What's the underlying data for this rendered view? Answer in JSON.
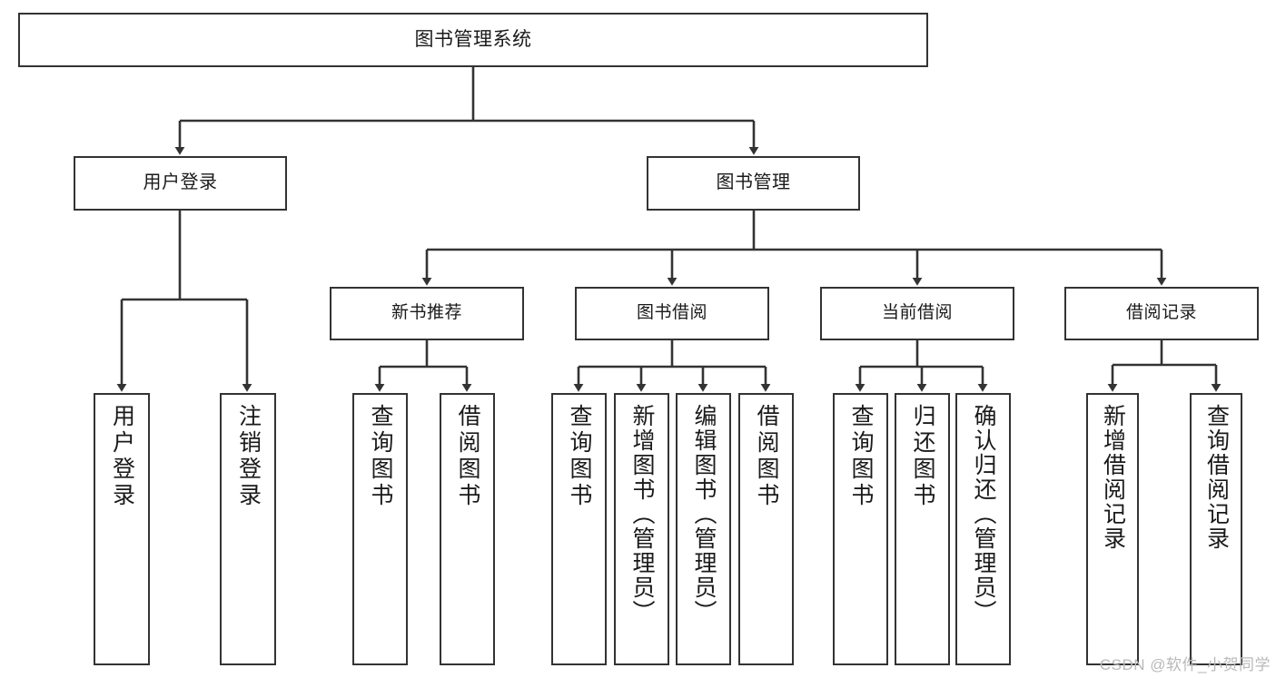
{
  "diagram": {
    "title": "图书管理系统",
    "type": "tree-hierarchy-chart",
    "root": {
      "id": "root",
      "label": "图书管理系统",
      "level": 1
    },
    "level2": [
      {
        "id": "user-login",
        "label": "用户登录",
        "level": 2
      },
      {
        "id": "book-manage",
        "label": "图书管理",
        "level": 2
      }
    ],
    "level3": [
      {
        "id": "new-book-recommend",
        "label": "新书推荐",
        "level": 3,
        "parent": "book-manage"
      },
      {
        "id": "book-borrow",
        "label": "图书借阅",
        "level": 3,
        "parent": "book-manage"
      },
      {
        "id": "current-borrow",
        "label": "当前借阅",
        "level": 3,
        "parent": "book-manage"
      },
      {
        "id": "borrow-record",
        "label": "借阅记录",
        "level": 3,
        "parent": "book-manage"
      }
    ],
    "leaves": [
      {
        "id": "leaf-user-login",
        "label": "用户登录",
        "parent": "user-login"
      },
      {
        "id": "leaf-user-logout",
        "label": "注销登录",
        "parent": "user-login"
      },
      {
        "id": "leaf-query-book-1",
        "label": "查询图书",
        "parent": "new-book-recommend"
      },
      {
        "id": "leaf-borrow-book-1",
        "label": "借阅图书",
        "parent": "new-book-recommend"
      },
      {
        "id": "leaf-query-book-2",
        "label": "查询图书",
        "parent": "book-borrow"
      },
      {
        "id": "leaf-add-book",
        "label": "新增图书（管理员）",
        "parent": "book-borrow"
      },
      {
        "id": "leaf-edit-book",
        "label": "编辑图书（管理员）",
        "parent": "book-borrow"
      },
      {
        "id": "leaf-borrow-book-2",
        "label": "借阅图书",
        "parent": "book-borrow"
      },
      {
        "id": "leaf-query-book-3",
        "label": "查询图书",
        "parent": "current-borrow"
      },
      {
        "id": "leaf-return-book",
        "label": "归还图书",
        "parent": "current-borrow"
      },
      {
        "id": "leaf-confirm-return",
        "label": "确认归还（管理员）",
        "parent": "current-borrow"
      },
      {
        "id": "leaf-add-record",
        "label": "新增借阅记录",
        "parent": "borrow-record"
      },
      {
        "id": "leaf-query-record",
        "label": "查询借阅记录",
        "parent": "borrow-record"
      }
    ]
  },
  "watermark": {
    "text": "CSDN @软件_小贺同学"
  },
  "colors": {
    "background": "#ffffff",
    "box_border": "#333333",
    "box_fill": "#ffffff",
    "text": "#1a1a1a",
    "connector": "#333333",
    "watermark": "#b9b9b9"
  }
}
